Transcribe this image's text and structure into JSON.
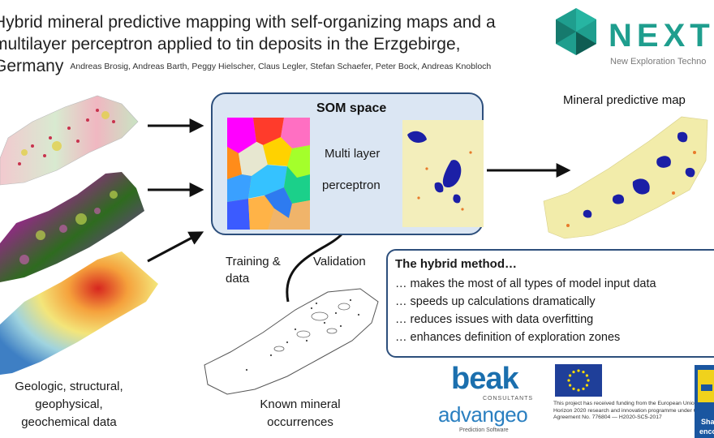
{
  "title": {
    "line1": "Hybrid mineral predictive mapping with self-organizing maps and a",
    "line2": "multilayer perceptron applied to tin deposits in the Erzgebirge,",
    "line3": "Germany",
    "authors": "Andreas Brosig, Andreas Barth, Peggy Hielscher, Claus Legler, Stefan Schaefer, Peter Bock, Andreas Knobloch"
  },
  "logo": {
    "word": "NEXT",
    "tagline": "New Exploration Techno"
  },
  "diagram": {
    "som_title": "SOM space",
    "mlp_line1": "Multi layer",
    "mlp_line2": "perceptron",
    "output_title": "Mineral predictive map",
    "training_line1": "Training &",
    "training_line2": "data",
    "validation": "Validation",
    "input_line1": "Geologic, structural,",
    "input_line2": "geophysical,",
    "input_line3": "geochemical data",
    "known_line1": "Known mineral",
    "known_line2": "occurrences"
  },
  "hybrid": {
    "title": "The hybrid method…",
    "points": [
      "… makes the most of all types of model input data",
      "… speeds up calculations dramatically",
      "… reduces issues with data overfitting",
      "… enhances definition of exploration zones"
    ]
  },
  "partners": {
    "beak": "beak",
    "beak_sub": "CONSULTANTS",
    "advangeo": "advangeo",
    "advangeo_sub": "Prediction Software",
    "eu_text": "This project has received funding from the European Union’s Horizon 2020 research and innovation programme under Grant Agreement No. 776804 — H2020-SC5-2017",
    "share_line1": "Sha",
    "share_line2": "enco"
  },
  "colors": {
    "accent": "#1f9e8e",
    "box_border": "#2d4f7c",
    "som_fill": "#dbe6f3",
    "prediction_blue": "#1b1fa6",
    "map_base": "#f2ecaa"
  }
}
